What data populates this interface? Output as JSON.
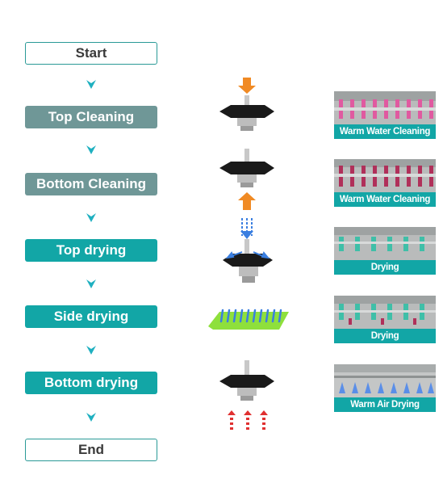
{
  "steps": [
    {
      "label": "Start",
      "style": "outline"
    },
    {
      "label": "Top Cleaning",
      "style": "grey"
    },
    {
      "label": "Bottom Cleaning",
      "style": "grey"
    },
    {
      "label": "Top drying",
      "style": "teal"
    },
    {
      "label": "Side drying",
      "style": "teal"
    },
    {
      "label": "Bottom drying",
      "style": "teal"
    },
    {
      "label": "End",
      "style": "outline"
    }
  ],
  "photos": [
    {
      "caption": "Warm Water Cleaning",
      "tint": "#e05aa0"
    },
    {
      "caption": "Warm Water Cleaning",
      "tint": "#b0305a"
    },
    {
      "caption": "Drying",
      "tint": "#3fbfa8"
    },
    {
      "caption": "Drying",
      "tint": "#3fbfa8"
    },
    {
      "caption": "Warm Air Drying",
      "tint": "#5a8ee8"
    }
  ],
  "colors": {
    "teal": "#12a6a6",
    "grey_step": "#6f9797",
    "arrow": "#1fb0c0",
    "orange_arrow": "#f08a24",
    "blue_air": "#3b7fe0",
    "red_air": "#e03030",
    "green_brush": "#8ee03c"
  }
}
